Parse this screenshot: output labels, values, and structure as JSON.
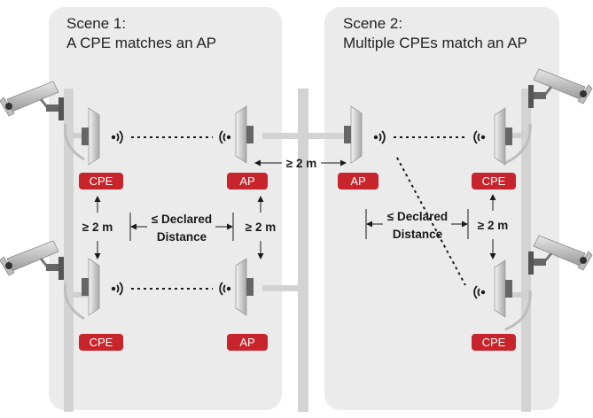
{
  "scene1": {
    "title_line1": "Scene 1:",
    "title_line2": "A CPE matches an AP"
  },
  "scene2": {
    "title_line1": "Scene 2:",
    "title_line2": "Multiple CPEs match an AP"
  },
  "labels": {
    "cpe": "CPE",
    "ap": "AP",
    "min_separation": "≥ 2 m",
    "declared_line1": "≤ Declared",
    "declared_line2": "Distance"
  },
  "colors": {
    "panel_bg": "#ebebeb",
    "pole": "#d2d2d2",
    "tag_red": "#c8242b",
    "text": "#1a1a1a"
  },
  "icons": [
    "cctv-camera-icon",
    "antenna-panel-icon",
    "wireless-signal-icon"
  ]
}
